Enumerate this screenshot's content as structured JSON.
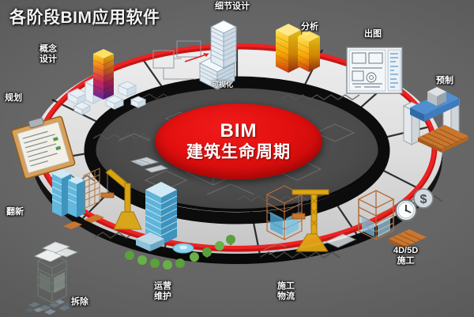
{
  "title": "各阶段BIM应用软件",
  "center": {
    "english": "BIM",
    "chinese": "建筑生命周期",
    "fill_color": "#e2100f",
    "text_color": "#ffffff"
  },
  "ring": {
    "inner_band_label": "可视化",
    "outline_color": "#d91a1a",
    "platform_color": "#d8d8d8",
    "shadow_band_color": "#111111"
  },
  "background": {
    "base_color": "#5f5f5f",
    "vignette_color": "#3d3d3d"
  },
  "stages": [
    {
      "id": "planning",
      "label": "规划",
      "icon": "clipboard-icon"
    },
    {
      "id": "concept",
      "label": "概念\n设计",
      "icon": "gradient-tower-icon"
    },
    {
      "id": "detail",
      "label": "细节设计",
      "icon": "white-layered-tower-icon"
    },
    {
      "id": "analysis",
      "label": "分析",
      "icon": "thermal-analysis-tower-icon"
    },
    {
      "id": "drawing",
      "label": "出图",
      "icon": "blueprint-sheet-icon"
    },
    {
      "id": "prefab",
      "label": "预制",
      "icon": "prefab-machine-icon"
    },
    {
      "id": "4d5d",
      "label": "4D/5D\n施工",
      "icon": "clock-dollar-icon"
    },
    {
      "id": "constrlog",
      "label": "施工\n物流",
      "icon": "crane-site-icon"
    },
    {
      "id": "operation",
      "label": "运营\n维护",
      "icon": "blue-office-tower-icon"
    },
    {
      "id": "demolish",
      "label": "拆除",
      "icon": "demolition-rubble-icon"
    },
    {
      "id": "renovate",
      "label": "翻新",
      "icon": "scaffold-tower-icon"
    }
  ]
}
